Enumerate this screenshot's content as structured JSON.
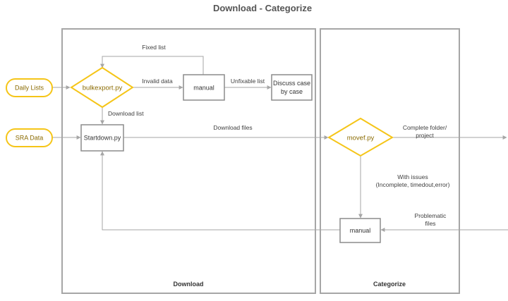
{
  "title": "Download - Categorize",
  "lanes": {
    "download": "Download",
    "categorize": "Categorize"
  },
  "inputs": {
    "daily_lists": "Daily Lists",
    "sra_data": "SRA Data"
  },
  "nodes": {
    "bulkexport": "bulkexport.py",
    "manual_top": "manual",
    "discuss_line1": "Discuss case",
    "discuss_line2": "by case",
    "startdown": "Startdown.py",
    "movef": "movef.py",
    "manual_bottom": "manual"
  },
  "edges": {
    "fixed_list": "Fixed list",
    "invalid_data": "Invalid data",
    "unfixable_list": "Unfixable list",
    "download_list": "Download list",
    "download_files": "Download files",
    "complete_line1": "Complete folder/",
    "complete_line2": "project",
    "issues_line1": "With issues",
    "issues_line2": "(Incomplete, timedout,error)",
    "problematic_line1": "Problematic",
    "problematic_line2": "files"
  },
  "colors": {
    "decision_stroke": "#f5c518",
    "connector": "#a6a6a6",
    "process_stroke": "#8c8c8c"
  }
}
